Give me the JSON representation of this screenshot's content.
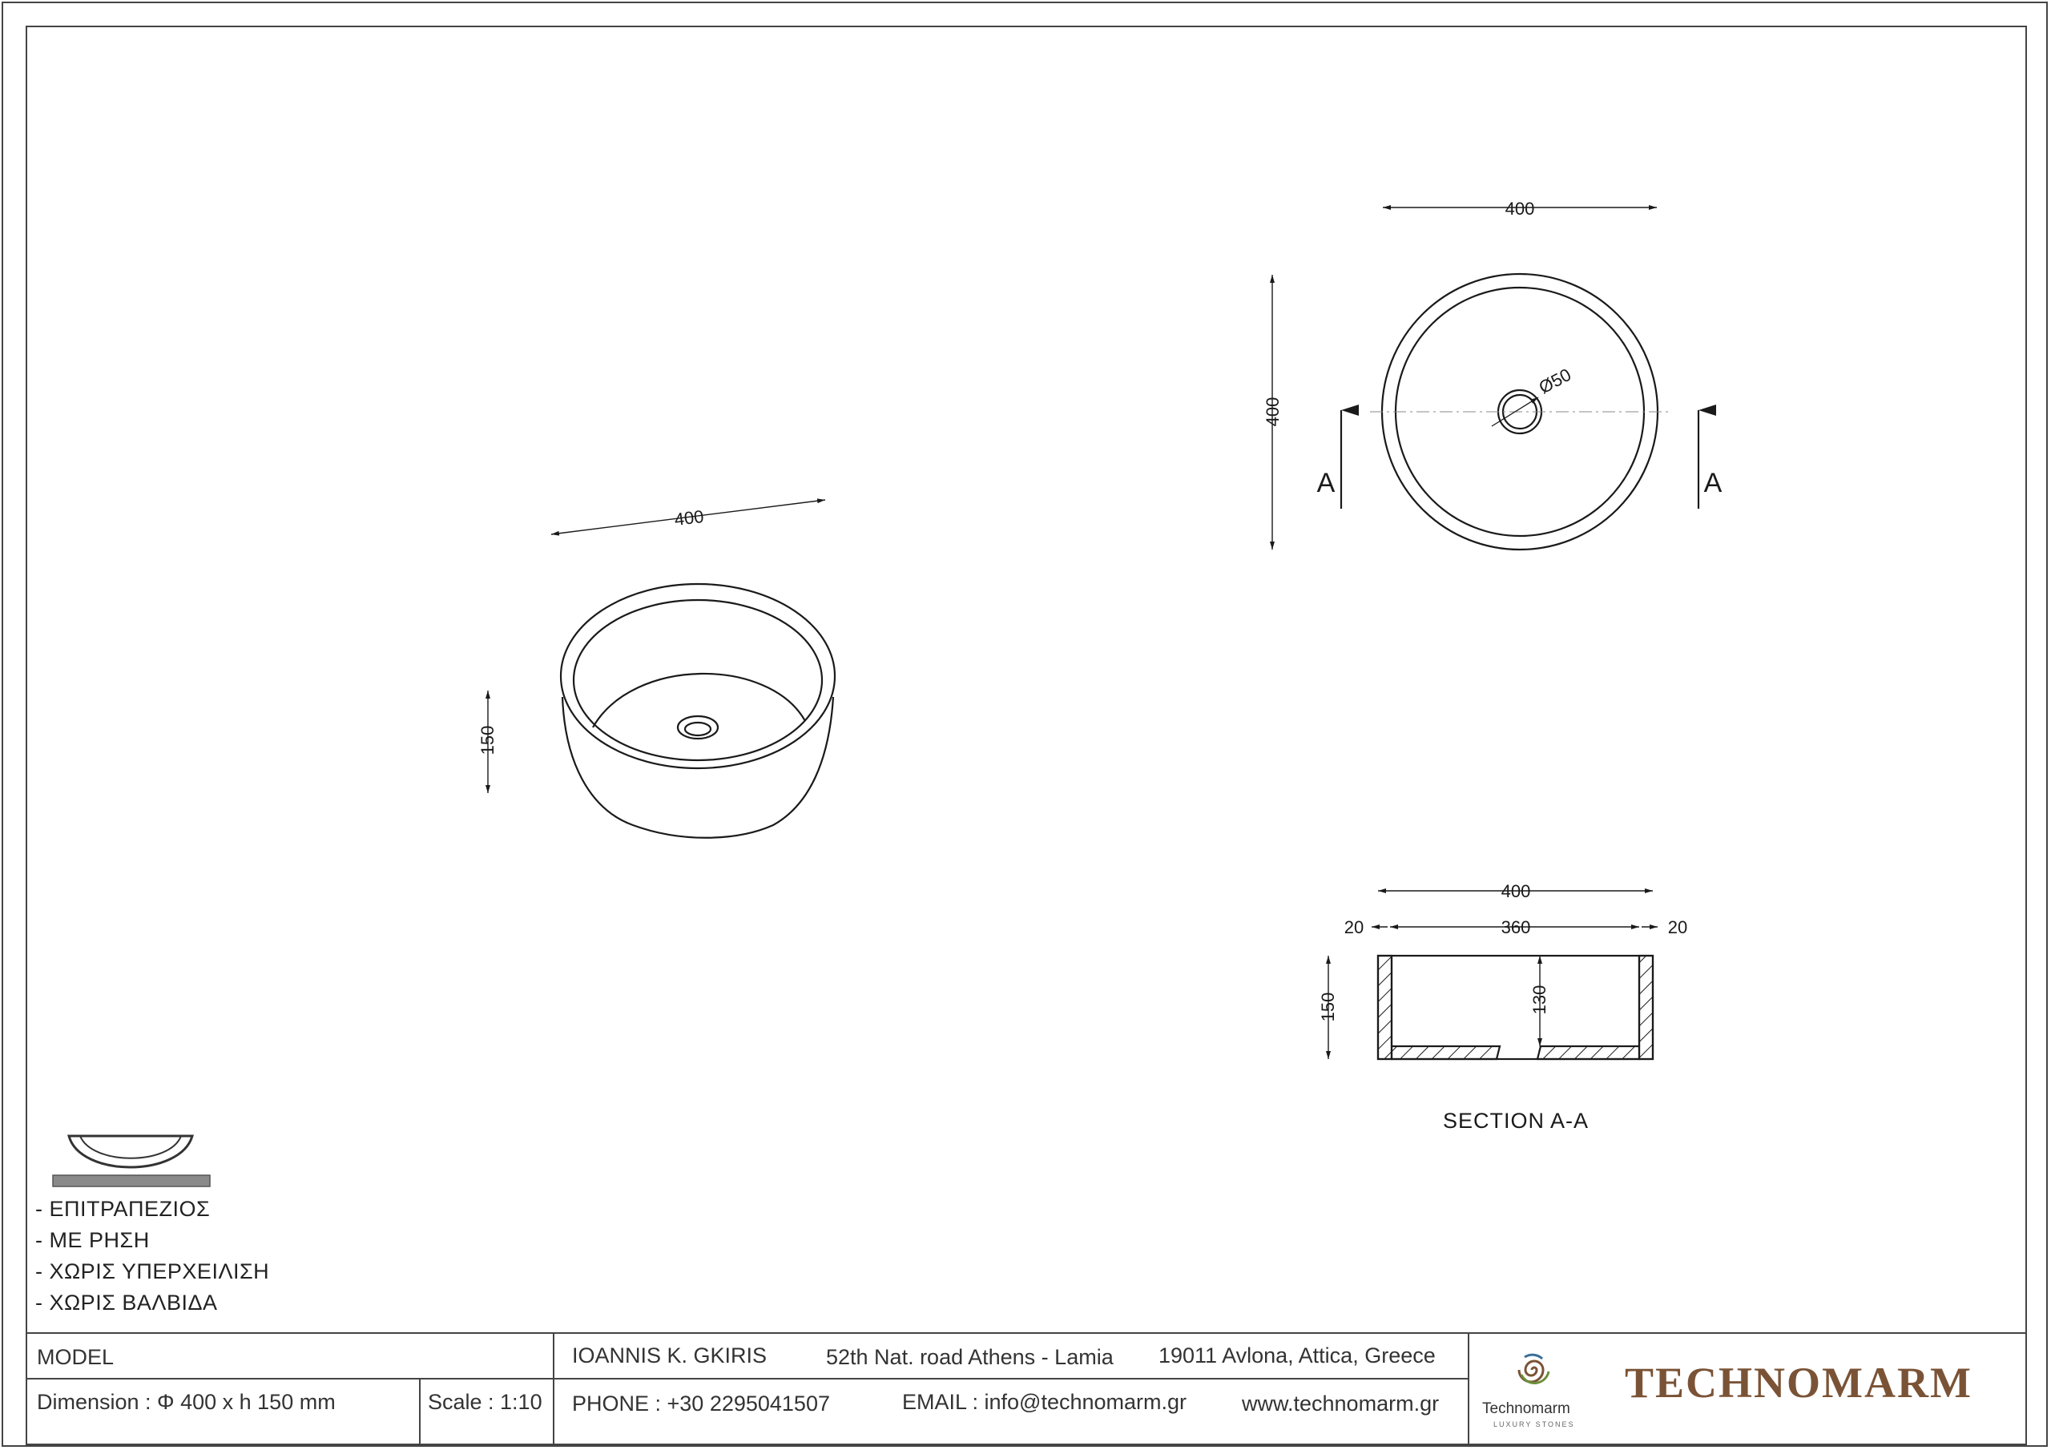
{
  "drawing": {
    "iso_view": {
      "width_label": "400",
      "height_label": "150"
    },
    "plan_view": {
      "width_label": "400",
      "height_label": "400",
      "drain_label": "Ø50",
      "section_marker": "A"
    },
    "section_view": {
      "overall_label": "400",
      "wall_left_label": "20",
      "inner_label": "360",
      "wall_right_label": "20",
      "height_label": "150",
      "inner_depth_label": "130",
      "caption": "SECTION  A-A"
    }
  },
  "features": [
    "- ΕΠΙΤΡΑΠΕΖΙΟΣ",
    "-  ΜΕ ΡΗΣΗ",
    "-  ΧΩΡΙΣ ΥΠΕΡΧΕΙΛΙΣΗ",
    "-  ΧΩΡΙΣ ΒΑΛΒΙΔΑ"
  ],
  "title_block": {
    "model_label": "MODEL",
    "dimension": "Dimension :  Φ 400 x h 150 mm",
    "scale": "Scale : 1:10",
    "owner": "IOANNIS K. GKIRIS",
    "road": "52th Nat. road Athens - Lamia",
    "city": "19011 Avlona, Attica, Greece",
    "phone": "PHONE : +30 2295041507",
    "email": "EMAIL : info@technomarm.gr",
    "web": "www.technomarm.gr",
    "logo_name": "Technomarm",
    "logo_tag": "LUXURY STONES",
    "brand": "TECHNOMARM"
  },
  "colors": {
    "line": "#1a1a1a",
    "frame": "#444444",
    "brand": "#7a5336",
    "counter": "#8a8a8a"
  }
}
